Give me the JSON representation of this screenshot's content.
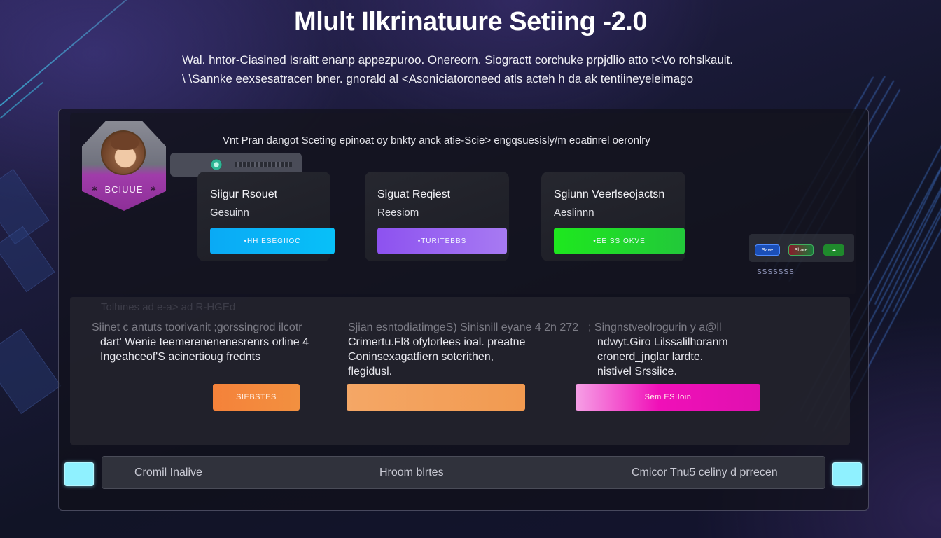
{
  "header": {
    "title": "Mlult Ilkrinatuure Setiing -2.0",
    "subtitle_lines": [
      "Wal. hntor-Ciaslned Israitt enanp appezpuroo. Onereorn. Siogractt corchuke prpjdlio atto t<Vo rohslkauit.",
      "\\ \\Sannke eexsesatracen    bner. gnorald al <Asoniciatoroneed atls acteh h da ak tentiineyeleimago"
    ]
  },
  "profile": {
    "badge_name": "BCIUUE",
    "avatar_icon": "avatar-portrait",
    "slider": {
      "knob_icon": "eye-knob",
      "track": "progress-track"
    }
  },
  "section": {
    "heading": "Vnt Pran dangot Sceting epinoat oy bnkty anck atie-Scie> engqsuesisly/m eoatinrel oeronlry"
  },
  "signature_cards": [
    {
      "title": "Siigur Rsouet",
      "subtitle": "Gesuinn",
      "button_label": "•HH ESEGIIOC",
      "button_color": "#0aaaf5",
      "button_color_2": "#08c0f8"
    },
    {
      "title": "Siguat Reqiest",
      "subtitle": "Reesiom",
      "button_label": "•TURITEBBS",
      "button_color": "#8d52f0",
      "button_color_2": "#a77af2"
    },
    {
      "title": "Sgiunn Veerlseojactsn",
      "subtitle": "Aeslinnn",
      "button_label": "•EE SS OKVE",
      "button_color": "#1ee81e",
      "button_color_2": "#22c83a"
    }
  ],
  "mini_tools": {
    "items": [
      {
        "label": "Save",
        "color": "#1b4fb8",
        "icon": "save-chip"
      },
      {
        "label": "Share",
        "color": "#1a7a3a",
        "icon": "share-chip"
      },
      {
        "label": "",
        "color": "#1f8a2c",
        "icon": "cloud-chip"
      }
    ],
    "caption": "SSSSSSS"
  },
  "lower": {
    "faded_heading": "Tolhines ad e-a> ad R-HGEd",
    "columns": [
      {
        "lines": [
          "Siinet c antuts toorivanit ;gorssingrod ilcotr",
          "dart' Wenie teemerenenenesrenrs orline  4",
          "Ingeahceof'S acinertioug frednts"
        ]
      },
      {
        "lines": [
          "Sjian esntodiatimgeS) Sinisnill eyane 4 2n 272",
          "Crimertu.Fl8 ofylorlees ioal. preatne",
          "Coninsexagatfiern soterithen,",
          "flegidusl."
        ]
      },
      {
        "lines": [
          "; Singnstveolrogurin y a@ll",
          "ndwyt.Giro Lilssalilhoranm",
          "cronerd_jnglar lardte.",
          "nistivel Srssiice."
        ]
      }
    ],
    "buttons": [
      {
        "label": "SIEBSTES",
        "color": "#f5823a",
        "color_2": "#f29040"
      },
      {
        "label": "",
        "color": "#f4a766",
        "color_2": "#f29a50"
      },
      {
        "label": "Sem ESIIoin",
        "color": "#f6a0e6",
        "color_2": "#f010b8"
      }
    ]
  },
  "footer": {
    "items": [
      "Cromil Inalive",
      "Hroom blrtes",
      "Cmicor Tnu5 celiny d prrecen"
    ],
    "left_square": "left-toggle",
    "right_square": "right-toggle"
  },
  "colors": {
    "background": "#141430",
    "panel": "#10101a",
    "accent_cyan": "#8ff1ff",
    "badge_purple": "#a03caa"
  }
}
